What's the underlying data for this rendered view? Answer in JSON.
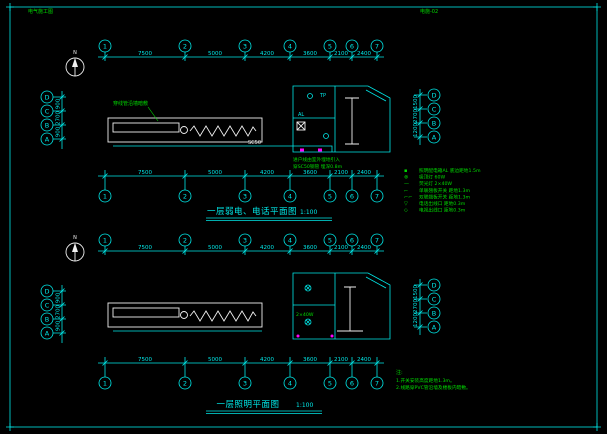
{
  "sheet": {
    "top_left_note": "电气施工图",
    "top_right_note": "电施-02"
  },
  "upper_plan": {
    "north_label": "N",
    "axes_h": [
      "1",
      "2",
      "3",
      "4",
      "5",
      "6",
      "7"
    ],
    "axes_v": [
      "D",
      "C",
      "B",
      "A"
    ],
    "dims_h": [
      "7500",
      "5000",
      "4200",
      "3600",
      "2100",
      "2400"
    ],
    "dims_left": [
      "900",
      "2700",
      "900"
    ],
    "dims_right": [
      "1500",
      "2700",
      "1200"
    ],
    "wall_note": "穿线管沿墙暗敷",
    "feeder_label": "SC50",
    "panel_label": "AL",
    "phone_label": "TP",
    "service_note_1": "进户线由室外埋地引入",
    "service_note_2": "穿SC50钢管 埋深0.8m",
    "title": "一层弱电、电话平面图",
    "scale": "1:100"
  },
  "legend": {
    "items": [
      {
        "sym": "▪",
        "label": "照明配电箱AL 底边距地1.5m"
      },
      {
        "sym": "⊗",
        "label": "吸顶灯 60W"
      },
      {
        "sym": "—",
        "label": "荧光灯 2×40W"
      },
      {
        "sym": "⌐",
        "label": "单联翘板开关 距地1.3m"
      },
      {
        "sym": "⌐⌐",
        "label": "双联翘板开关 距地1.3m"
      },
      {
        "sym": "▽",
        "label": "电话出线口 距地0.3m"
      },
      {
        "sym": "◇",
        "label": "电视出线口 距地0.3m"
      }
    ]
  },
  "lower_plan": {
    "north_label": "N",
    "axes_h": [
      "1",
      "2",
      "3",
      "4",
      "5",
      "6",
      "7"
    ],
    "axes_v": [
      "D",
      "C",
      "B",
      "A"
    ],
    "dims_h": [
      "7500",
      "5000",
      "4200",
      "3600",
      "2100",
      "2400"
    ],
    "dims_left": [
      "900",
      "2700",
      "900"
    ],
    "dims_right": [
      "1500",
      "2700",
      "1200"
    ],
    "lamp_label": "2×40W",
    "title": "一层照明平面图",
    "scale": "1:100"
  },
  "notes": {
    "title": "注:",
    "lines": [
      "1.开关安装高度距地1.3m。",
      "2.线路穿PVC管沿墙及楼板内暗敷。"
    ]
  }
}
